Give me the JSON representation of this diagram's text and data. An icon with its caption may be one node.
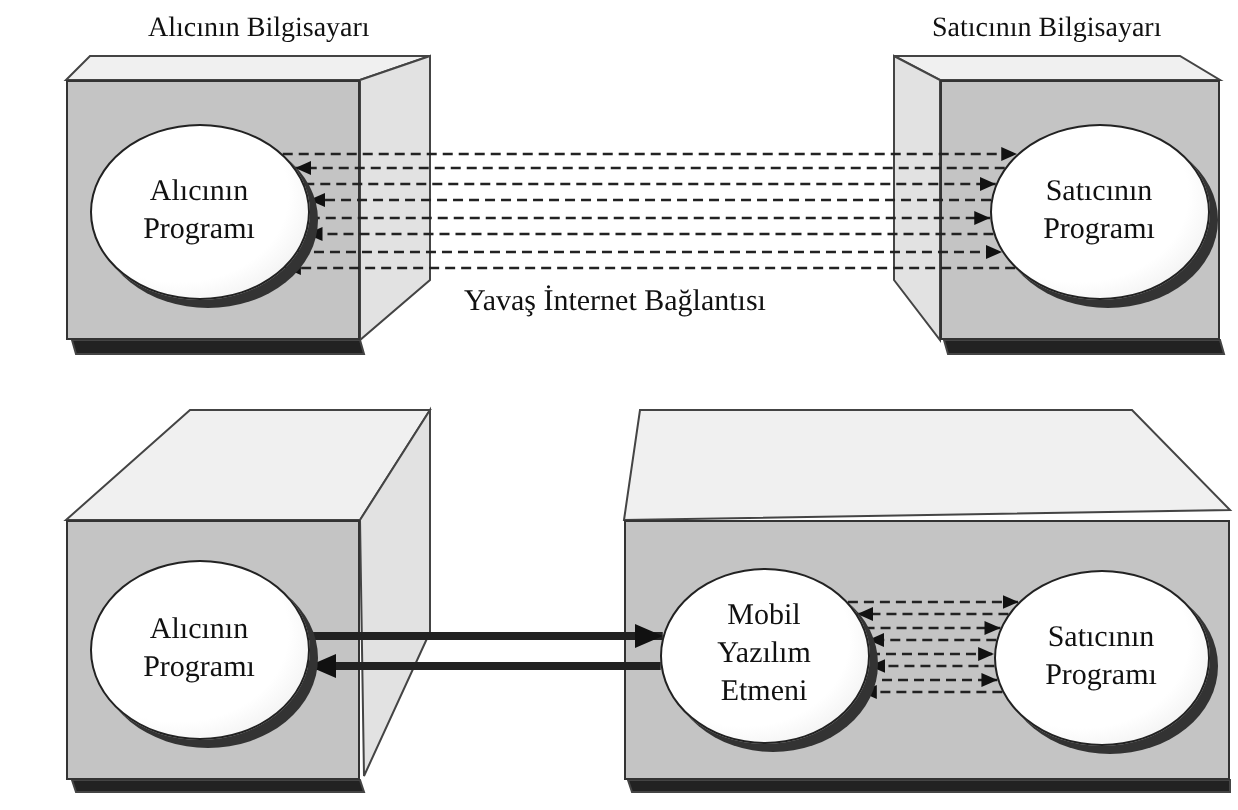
{
  "diagram": {
    "nodes": [
      {
        "text": [
          "Alıcının Bilgisayarı"
        ]
      },
      {
        "text": [
          "Alıcının Programı"
        ],
        "in": 0
      },
      {
        "text": [
          "Satıcının Bilgisayarı"
        ]
      },
      {
        "text": [
          "Satıcının Programı"
        ],
        "in": 2
      },
      {
        "text": [],
        "shape": "box"
      },
      {
        "text": [
          "Alıcının Programı"
        ],
        "in": 4
      },
      {
        "text": [],
        "shape": "box"
      },
      {
        "text": [
          "Mobil Yazılım Etmeni"
        ],
        "in": 6
      },
      {
        "text": [
          "Satıcının Programı"
        ],
        "in": 6
      }
    ],
    "edges": [
      {
        "from": 1,
        "to": 3,
        "arrow": "to",
        "style": "dashed"
      },
      {
        "from": 3,
        "to": 1,
        "arrow": "to",
        "style": "dashed"
      },
      {
        "from": 1,
        "to": 3,
        "arrow": "to",
        "style": "dashed"
      },
      {
        "from": 3,
        "to": 1,
        "arrow": "to",
        "style": "dashed"
      },
      {
        "from": 1,
        "to": 3,
        "arrow": "to",
        "style": "dashed"
      },
      {
        "from": 3,
        "to": 1,
        "arrow": "to",
        "style": "dashed"
      },
      {
        "from": 1,
        "to": 3,
        "arrow": "to",
        "style": "dashed"
      },
      {
        "from": 3,
        "to": 1,
        "arrow": "to",
        "style": "dashed"
      },
      {
        "from": 5,
        "to": 7,
        "arrow": "to",
        "style": "thick"
      },
      {
        "from": 7,
        "to": 5,
        "arrow": "to",
        "style": "thick"
      },
      {
        "from": 7,
        "to": 8,
        "arrow": "to",
        "style": "dashed"
      },
      {
        "from": 8,
        "to": 7,
        "arrow": "to",
        "style": "dashed"
      },
      {
        "from": 7,
        "to": 8,
        "arrow": "to",
        "style": "dashed"
      },
      {
        "from": 8,
        "to": 7,
        "arrow": "to",
        "style": "dashed"
      },
      {
        "from": 7,
        "to": 8,
        "arrow": "to",
        "style": "dashed"
      },
      {
        "from": 8,
        "to": 7,
        "arrow": "to",
        "style": "dashed"
      },
      {
        "from": 7,
        "to": 8,
        "arrow": "to",
        "style": "dashed"
      },
      {
        "from": 8,
        "to": 7,
        "arrow": "to",
        "style": "dashed"
      }
    ],
    "labels": [
      "Yavaş İnternet Bağlantısı"
    ]
  }
}
